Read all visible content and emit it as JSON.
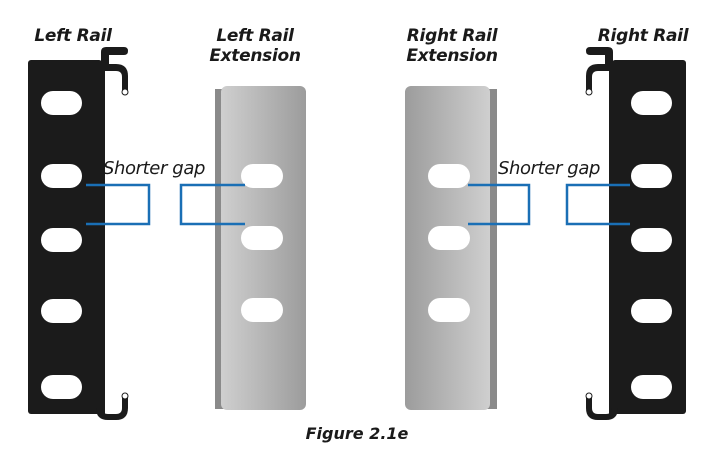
{
  "figure": {
    "caption": "Figure 2.1e",
    "components": [
      {
        "id": "left-rail",
        "title_line1": "Left Rail",
        "title_line2": "",
        "holes": 5
      },
      {
        "id": "left-rail-extension",
        "title_line1": "Left Rail",
        "title_line2": "Extension",
        "holes": 3
      },
      {
        "id": "right-rail-extension",
        "title_line1": "Right Rail",
        "title_line2": "Extension",
        "holes": 3
      },
      {
        "id": "right-rail",
        "title_line1": "Right Rail",
        "title_line2": "",
        "holes": 5
      }
    ],
    "annotations": [
      {
        "text": "Shorter gap",
        "side": "left"
      },
      {
        "text": "Shorter gap",
        "side": "right"
      }
    ]
  },
  "colors": {
    "rail": "#1b1b1b",
    "extension_light": "#c8c8c8",
    "extension_dark": "#9a9a9a",
    "extension_edge": "#8a8a8a",
    "bracket": "#1a6fb5",
    "hole": "#ffffff",
    "text": "#1a1a1a"
  }
}
